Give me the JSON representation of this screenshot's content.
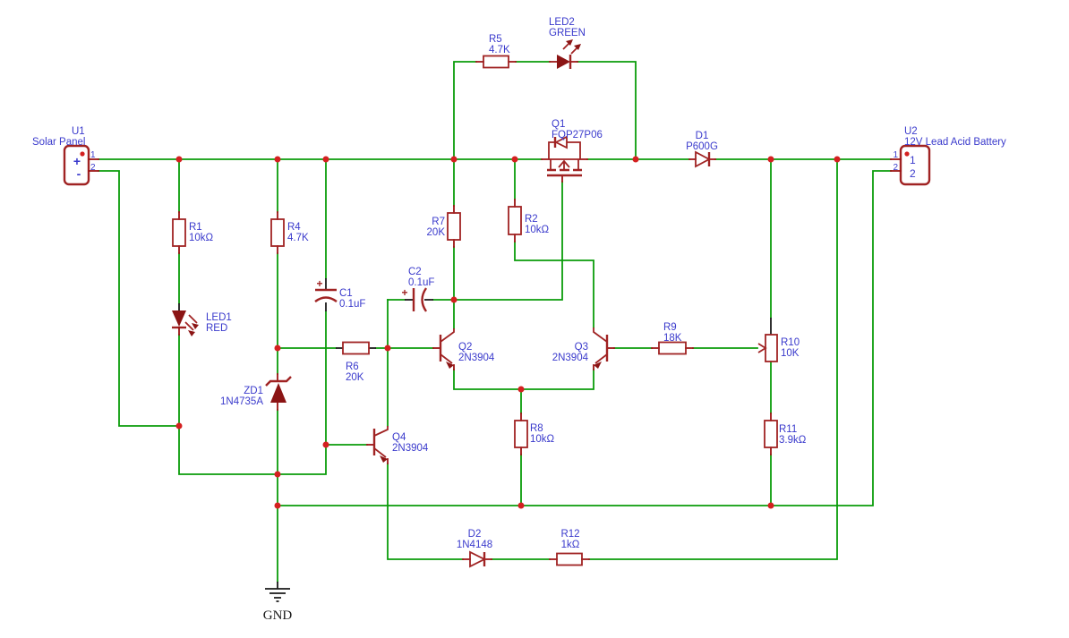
{
  "colors": {
    "bg": "#ffffff",
    "wire": "#0a9c0a",
    "symbol": "#a02323",
    "fill": "#8b1414",
    "junction": "#d42020",
    "stub": "#9b1313",
    "label": "#3a3acc",
    "black": "#1a1a1a"
  },
  "parts": {
    "U1": {
      "ref": "U1",
      "value": "Solar Panel",
      "pin1": "1",
      "pin2": "2",
      "plus": "+",
      "minus": "-"
    },
    "U2": {
      "ref": "U2",
      "value": "12V Lead Acid Battery",
      "pin1": "1",
      "pin2": "2",
      "inner1": "1",
      "inner2": "2"
    },
    "R1": {
      "ref": "R1",
      "value": "10kΩ"
    },
    "R2": {
      "ref": "R2",
      "value": "10kΩ"
    },
    "R4": {
      "ref": "R4",
      "value": "4.7K"
    },
    "R5": {
      "ref": "R5",
      "value": "4.7K"
    },
    "R6": {
      "ref": "R6",
      "value": "20K"
    },
    "R7": {
      "ref": "R7",
      "value": "20K"
    },
    "R8": {
      "ref": "R8",
      "value": "10kΩ"
    },
    "R9": {
      "ref": "R9",
      "value": "18K"
    },
    "R10": {
      "ref": "R10",
      "value": "10K"
    },
    "R11": {
      "ref": "R11",
      "value": "3.9kΩ"
    },
    "R12": {
      "ref": "R12",
      "value": "1kΩ"
    },
    "C1": {
      "ref": "C1",
      "value": "0.1uF",
      "polarity": "+"
    },
    "C2": {
      "ref": "C2",
      "value": "0.1uF",
      "polarity": "+"
    },
    "LED1": {
      "ref": "LED1",
      "value": "RED"
    },
    "LED2": {
      "ref": "LED2",
      "value": "GREEN"
    },
    "ZD1": {
      "ref": "ZD1",
      "value": "1N4735A"
    },
    "D1": {
      "ref": "D1",
      "value": "P600G"
    },
    "D2": {
      "ref": "D2",
      "value": "1N4148"
    },
    "Q1": {
      "ref": "Q1",
      "value": "FQP27P06"
    },
    "Q2": {
      "ref": "Q2",
      "value": "2N3904"
    },
    "Q3": {
      "ref": "Q3",
      "value": "2N3904"
    },
    "Q4": {
      "ref": "Q4",
      "value": "2N3904"
    }
  },
  "ground": {
    "label": "GND"
  }
}
